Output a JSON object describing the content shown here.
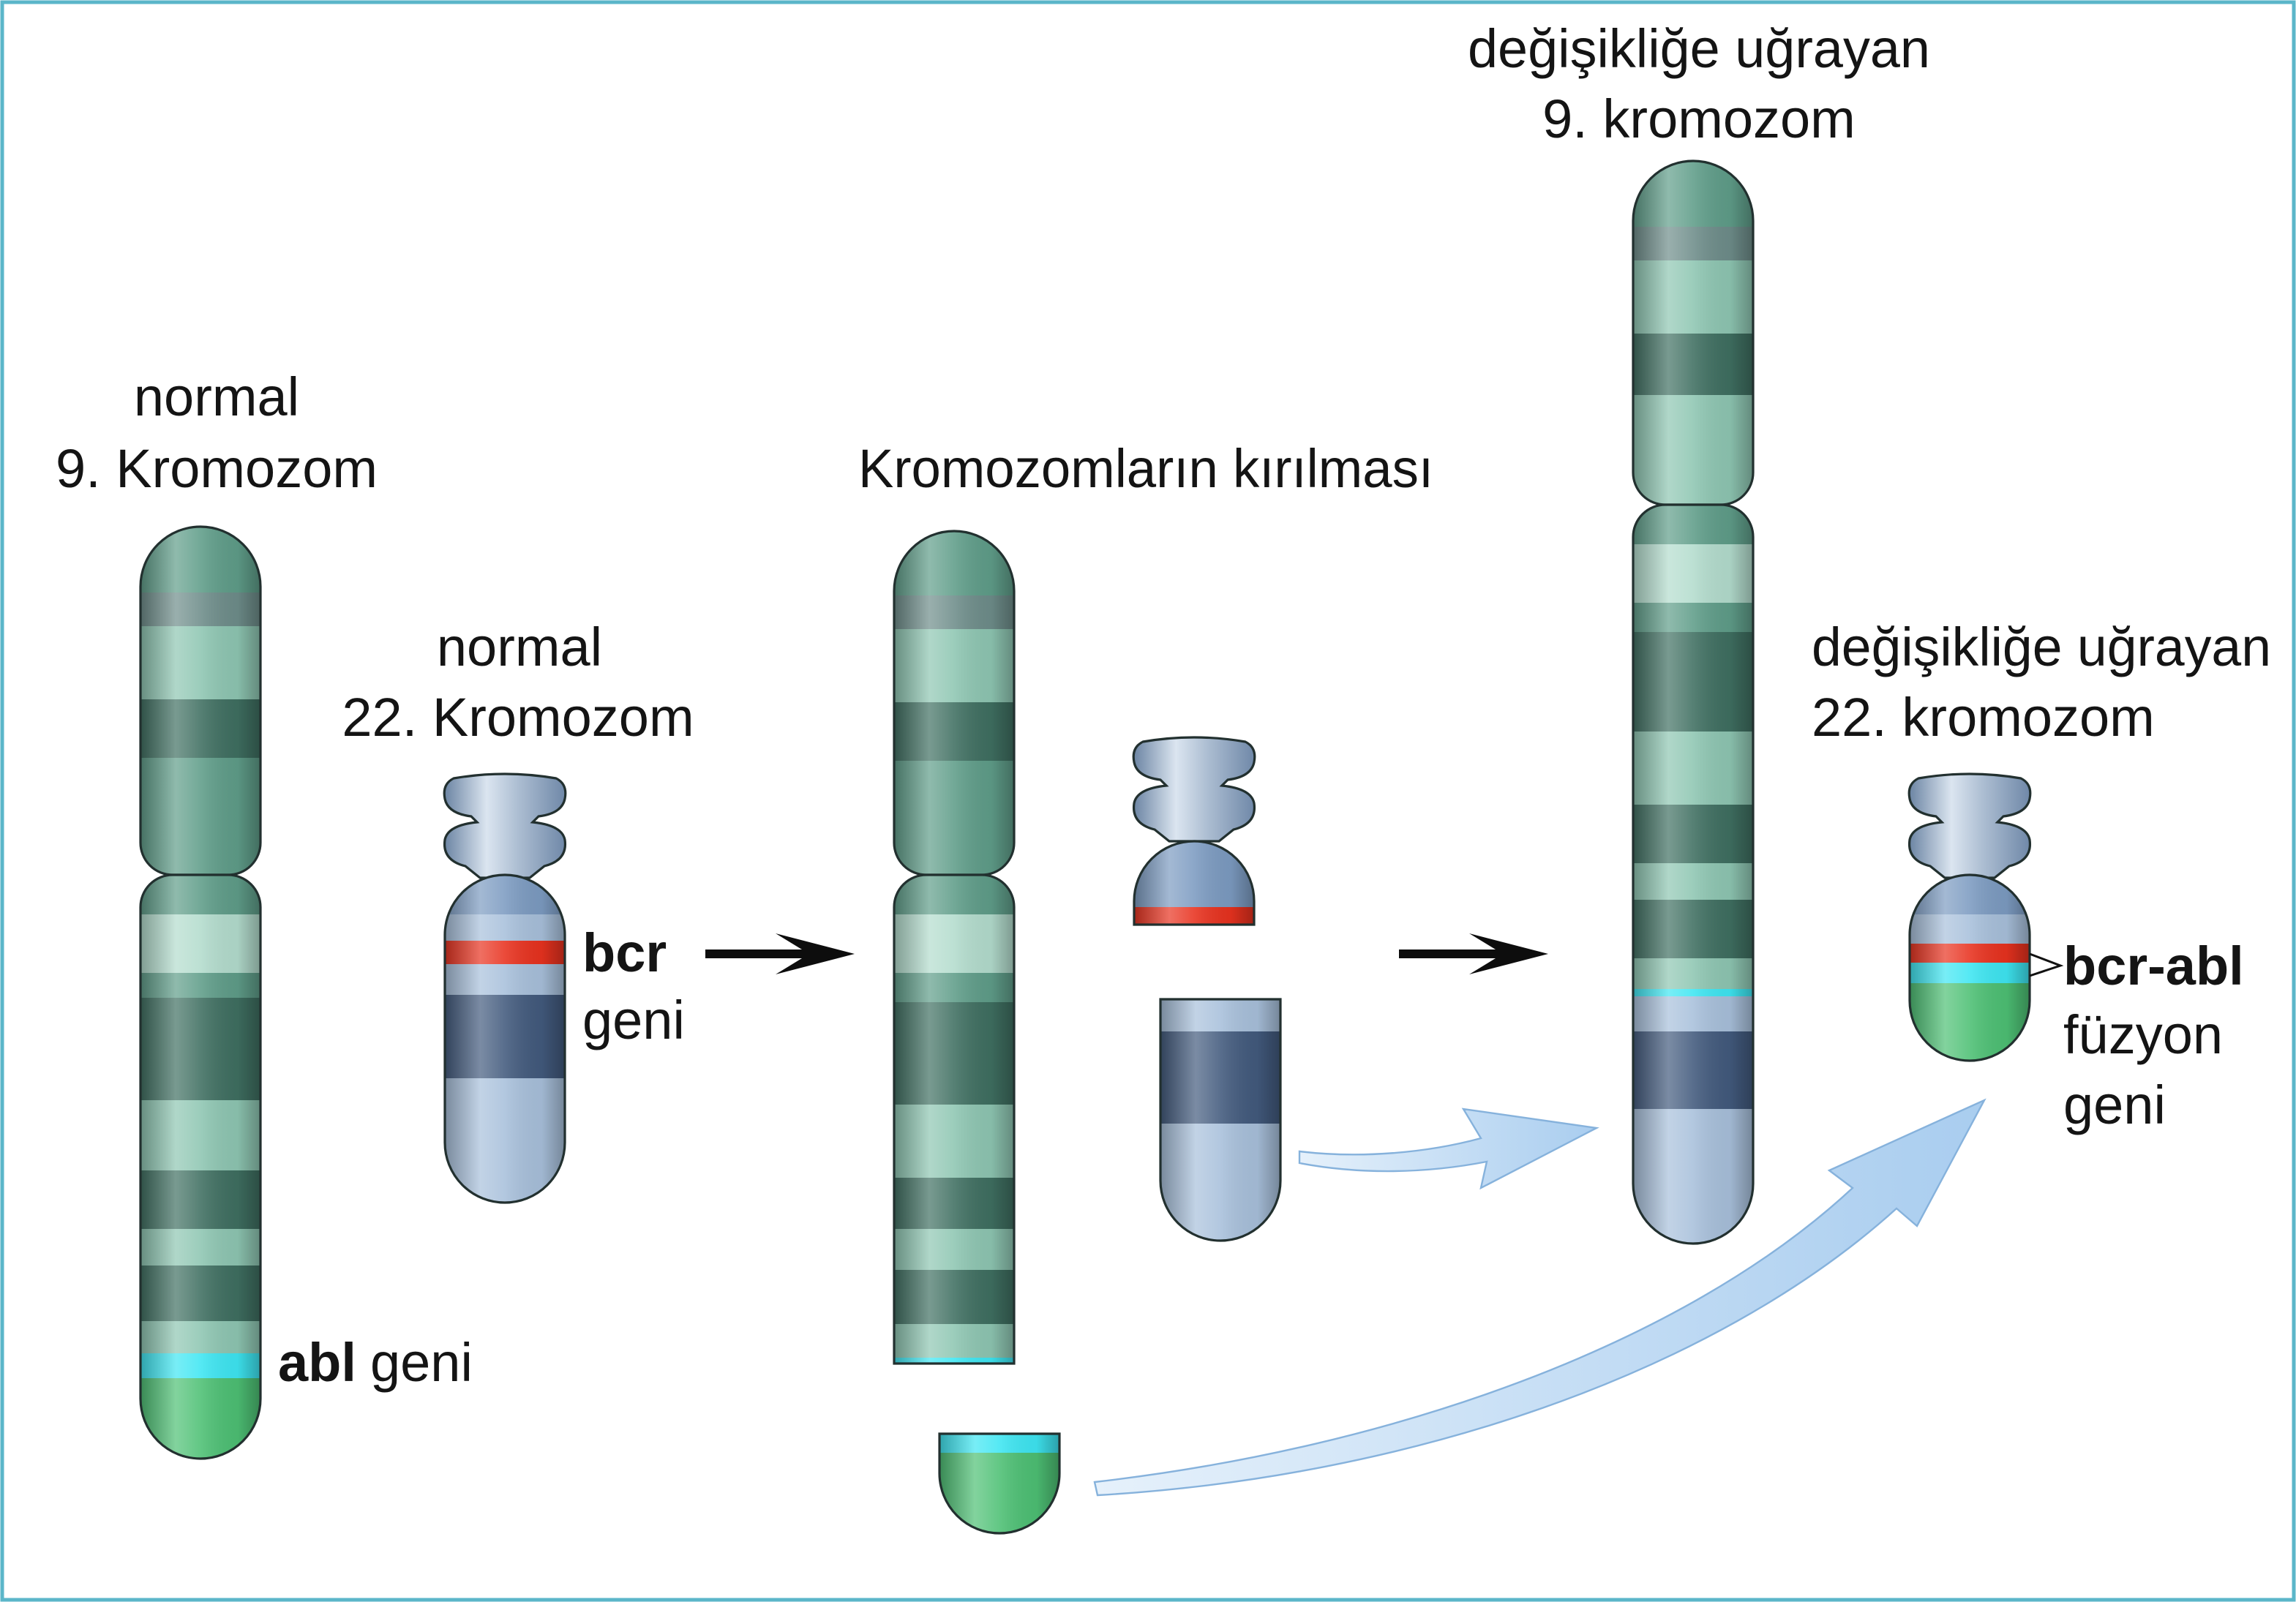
{
  "labels": {
    "normal_chr9": {
      "line1": "normal",
      "line2": "9. Kromozom"
    },
    "normal_chr22": {
      "line1": "normal",
      "line2": "22. Kromozom"
    },
    "bcr_gene": {
      "name": "bcr",
      "word": "geni"
    },
    "abl_gene": {
      "name": "abl",
      "word": "geni"
    },
    "breakage": "Kromozomların kırılması",
    "derived_chr9": {
      "line1": "değişikliğe uğrayan",
      "line2": "9. kromozom"
    },
    "derived_chr22": {
      "line1": "değişikliğe uğrayan",
      "line2": "22. kromozom"
    },
    "fusion_gene": {
      "name": "bcr-abl",
      "line2": "füzyon",
      "line3": "geni"
    }
  },
  "colors": {
    "chromosome_9": "#5f9d89",
    "chromosome_22": "#7c9bc1",
    "bcr_gene": "#e8321f",
    "abl_gene": "#3ee6f2",
    "abl_segment": "#4dc074",
    "transfer_arrow": "#bcd9f3",
    "frame": "#5bb6c9"
  }
}
